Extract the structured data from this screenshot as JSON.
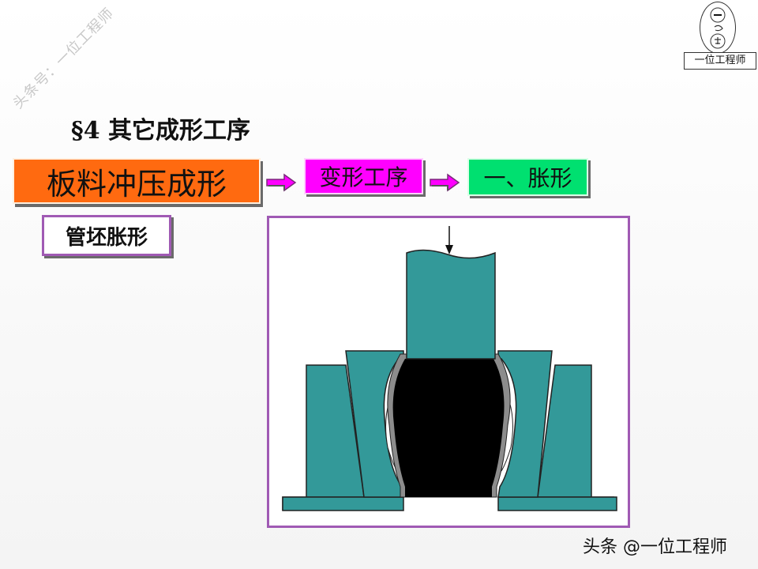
{
  "watermark": {
    "diagonal_text": "头条号：一位工程师",
    "footer_text": "头条 @一位工程师"
  },
  "logo": {
    "label": "一位工程师",
    "seal_text": "一与君"
  },
  "slide": {
    "section_title": "§4 其它成形工序",
    "breadcrumb": {
      "main": "板料冲压成形",
      "step": "变形工序",
      "current": "一、胀形"
    },
    "topic": "管坯胀形"
  },
  "colors": {
    "main_box": "#ff6a10",
    "step_box": "#ff00ff",
    "current_box": "#00e070",
    "frame": "#a05ab4",
    "die": "#339999",
    "arrow": "#ff00ff"
  }
}
